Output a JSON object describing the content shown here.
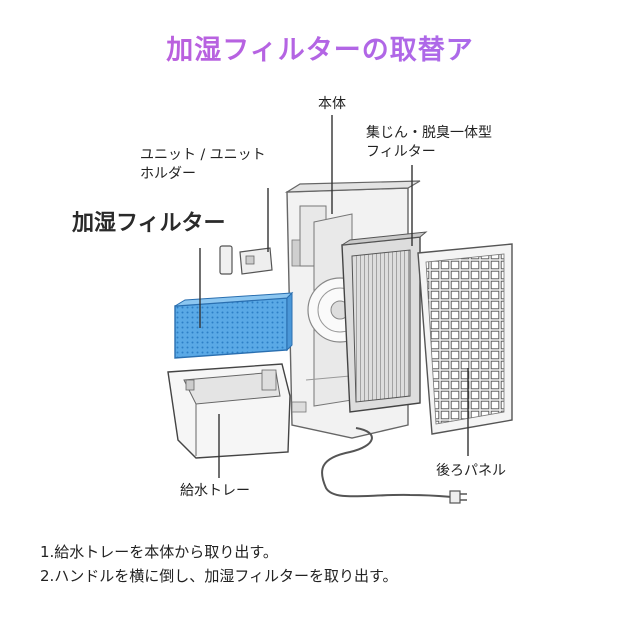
{
  "title": "加湿フィルターの取替ア",
  "labels": {
    "main_unit": "本体",
    "dust_filter_line1": "集じん・脱臭一体型",
    "dust_filter_line2": "フィルター",
    "unit_holder_line1": "ユニット / ユニット",
    "unit_holder_line2": "ホルダー",
    "humid_filter": "加湿フィルター",
    "rear_panel": "後ろパネル",
    "water_tray": "給水トレー"
  },
  "steps": [
    "1.給水トレーを本体から取り出す。",
    "2.ハンドルを横に倒し、加湿フィルターを取り出す。"
  ],
  "colors": {
    "title_gradient_start": "#c25bd8",
    "title_gradient_end": "#a46ff0",
    "humid_filter_blue": "#5aa9e6"
  }
}
